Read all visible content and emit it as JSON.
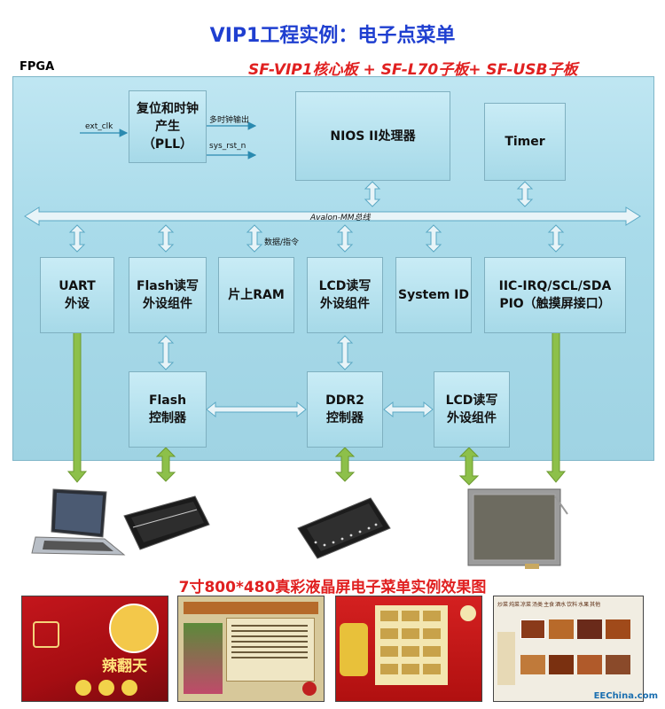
{
  "title": "VIP1工程实例：电子点菜单",
  "subtitle": "SF-VIP1核心板 + SF-L70子板+ SF-USB子板",
  "fpga_label": "FPGA",
  "blocks": {
    "pll": [
      "复位和时钟",
      "产生",
      "（PLL）"
    ],
    "nios": "NIOS II处理器",
    "timer": "Timer",
    "uart": [
      "UART",
      "外设"
    ],
    "flash_rw": [
      "Flash读写",
      "外设组件"
    ],
    "onchip_ram": "片上RAM",
    "lcd_rw1": [
      "LCD读写",
      "外设组件"
    ],
    "sysid": "System ID",
    "iic": [
      "IIC-IRQ/SCL/SDA",
      "PIO（触摸屏接口）"
    ],
    "flash_ctrl": [
      "Flash",
      "控制器"
    ],
    "ddr2_ctrl": [
      "DDR2",
      "控制器"
    ],
    "lcd_rw2": [
      "LCD读写",
      "外设组件"
    ]
  },
  "signals": {
    "ext_clk": "ext_clk",
    "multi_clk": "多时钟输出",
    "sys_rst": "sys_rst_n",
    "avalon": "Avalon-MM总线",
    "data_cmd": "数据/指令"
  },
  "caption": "7寸800*480真彩液晶屏电子菜单实例效果图",
  "watermark": "EEChina.com",
  "screenshots": {
    "menu1_text": "辣翻天",
    "menu4_header": [
      "炒菜",
      "炖菜",
      "凉菜",
      "汤类",
      "主食",
      "酒水",
      "饮料",
      "水果",
      "其他"
    ]
  },
  "colors": {
    "title": "#1f3fd0",
    "subtitle": "#e02020",
    "green_link": "#8dc04a",
    "bus_arrow": "#e8f4f8"
  },
  "icons": [
    "laptop-icon",
    "flash-chip-icon",
    "ddr2-chip-icon",
    "lcd-panel-icon"
  ]
}
